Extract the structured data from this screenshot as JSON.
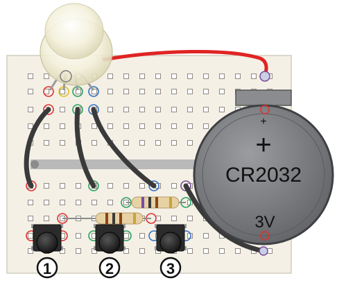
{
  "battery": {
    "model": "CR2032",
    "plus_symbol": "+",
    "small_plus": "+",
    "voltage": "3V"
  },
  "buttons": [
    {
      "number": "1"
    },
    {
      "number": "2"
    },
    {
      "number": "3"
    }
  ],
  "components": {
    "led": "rgb-led",
    "resistors": 2,
    "jumper_wires": 5
  },
  "colors": {
    "breadboard": "#f4f0e6",
    "wire_dark": "#3a3a3a",
    "wire_red": "#e02424",
    "battery_body": "#6e7073",
    "pin_red": "#e03030",
    "pin_green": "#2aa060",
    "pin_blue": "#3070c0",
    "pin_purple": "#7a4a9a",
    "pin_yellow": "#e0c020"
  }
}
